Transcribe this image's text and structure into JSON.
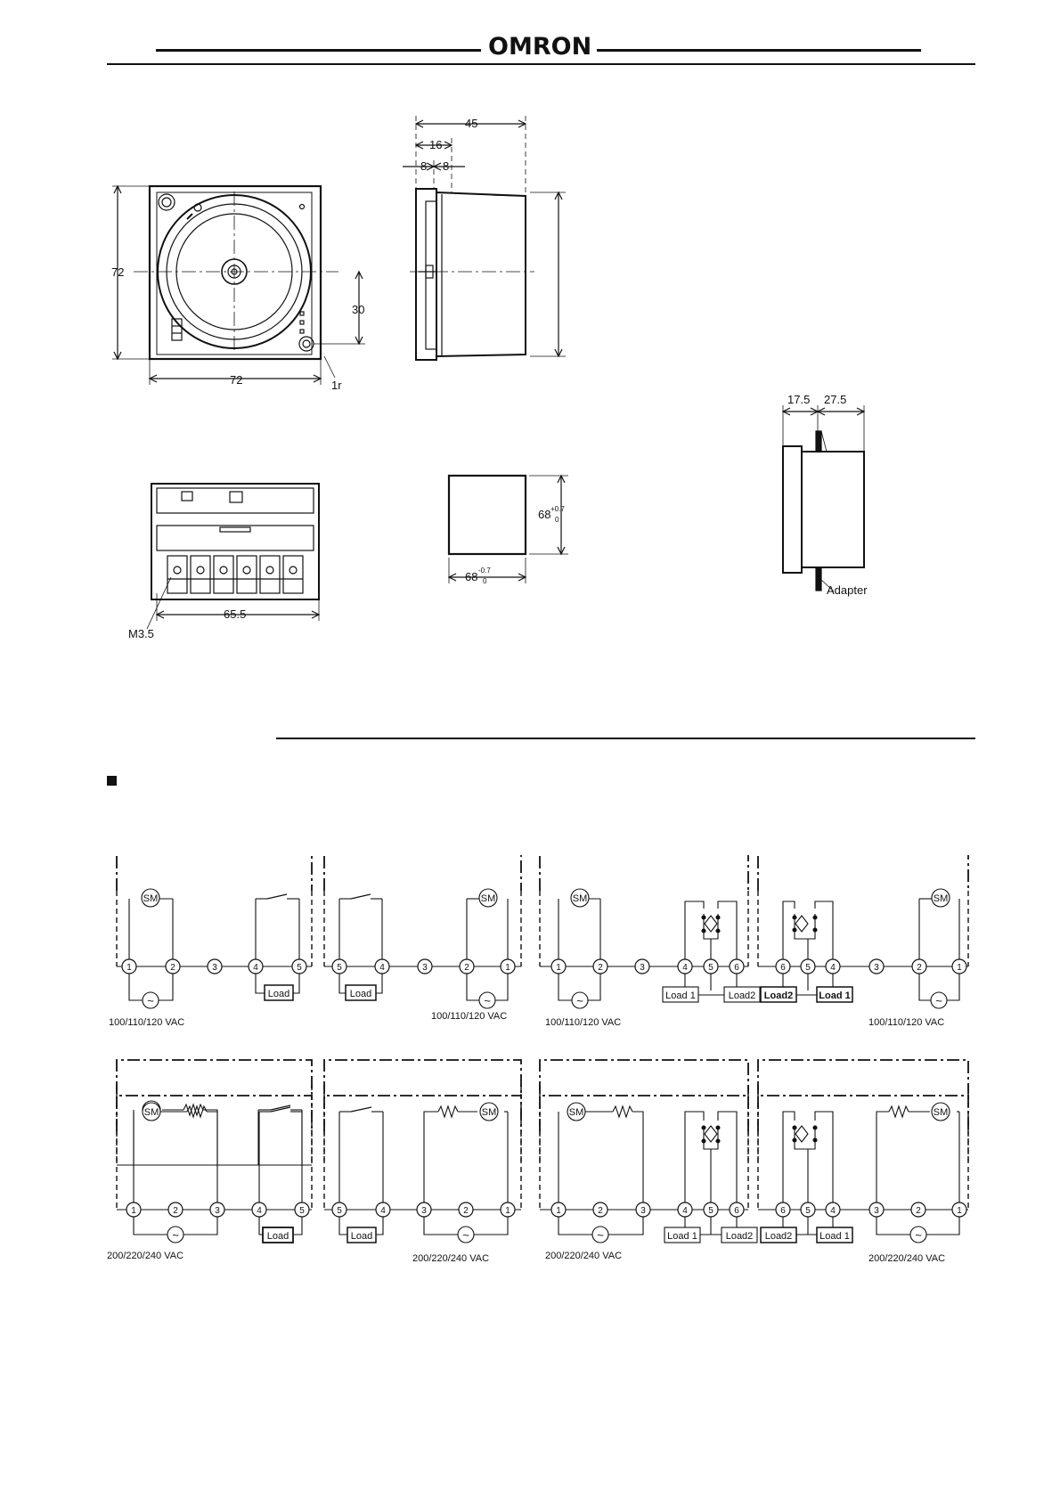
{
  "header": {
    "logo": "OMRON"
  },
  "dimensions": {
    "front_width": "72",
    "front_height": "72",
    "offset_30": "30",
    "corner_radius": "1r",
    "side_total": "45",
    "side_16": "16",
    "side_8a": "8",
    "side_8b": "8",
    "terminal_width": "65.5",
    "screw_size": "M3.5",
    "cutout_h_base": "68",
    "cutout_h_tol_up": "+0.7",
    "cutout_h_tol_low": "0",
    "cutout_w_base": "68",
    "cutout_w_tol_up": "-0.7",
    "cutout_w_tol_low": "0",
    "mount_a": "17.5",
    "mount_b": "27.5",
    "adapter": "Adapter"
  },
  "wiring": {
    "motor": "SM",
    "load": "Load",
    "load1": "Load 1",
    "load2": "Load2",
    "v100": "100/110/120 VAC",
    "v200": "200/220/240 VAC",
    "icons": [
      "ac-source-icon",
      "contact-icon",
      "resistor-icon"
    ]
  }
}
